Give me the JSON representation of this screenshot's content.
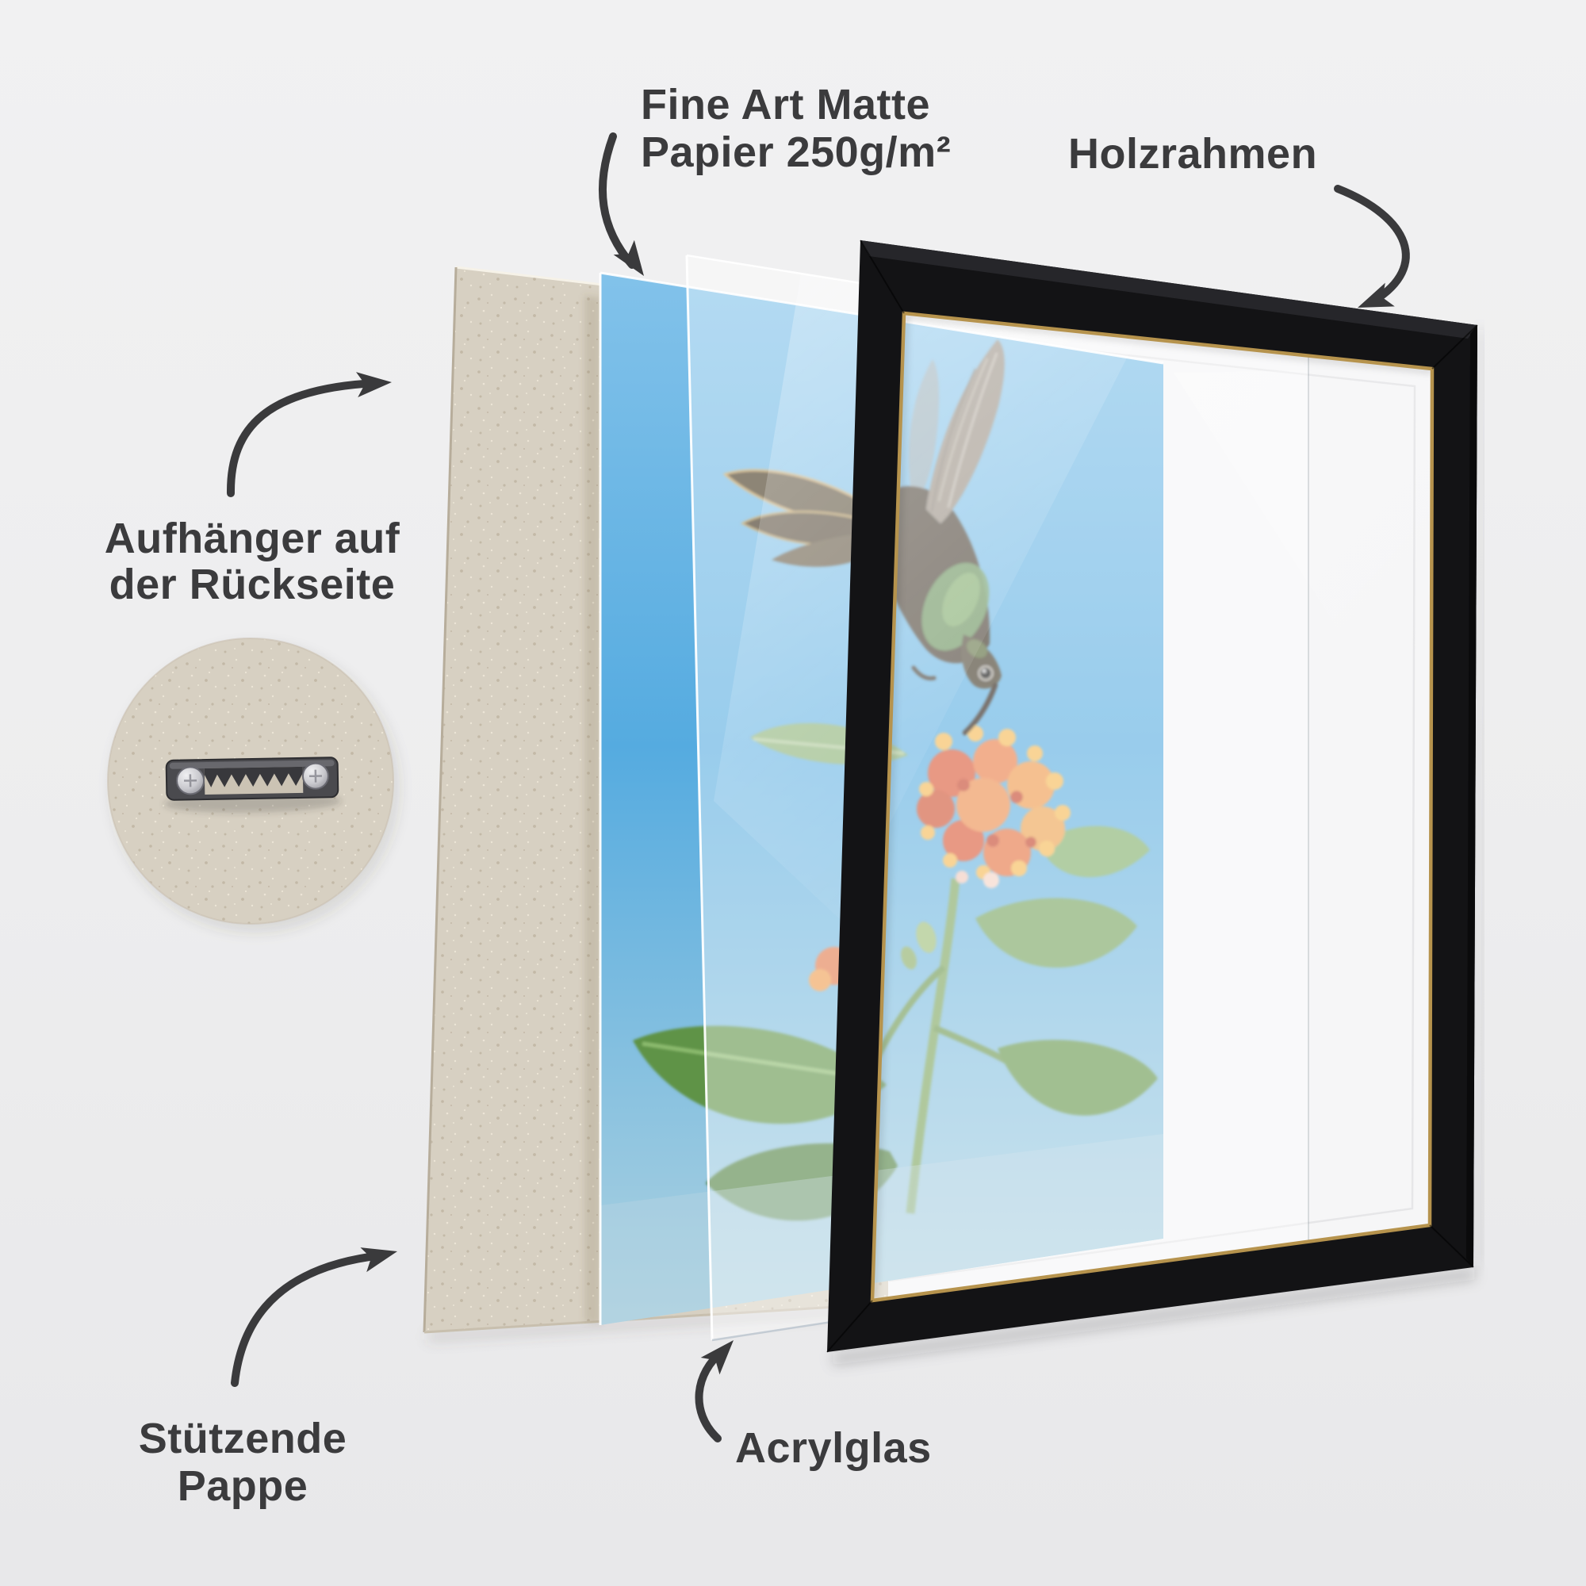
{
  "product_diagram": {
    "labels": {
      "paper": {
        "line1": "Fine Art Matte",
        "line2": "Papier 250g/m²"
      },
      "frame": {
        "text": "Holzrahmen"
      },
      "hanger": {
        "line1": "Aufhänger auf",
        "line2": "der Rückseite"
      },
      "cardboard": {
        "line1": "Stützende",
        "line2": "Pappe"
      },
      "acrylic": {
        "text": "Acrylglas"
      }
    },
    "components": [
      "Stützende Pappe",
      "Aufhänger auf der Rückseite",
      "Fine Art Matte Papier 250g/m²",
      "Acrylglas",
      "Holzrahmen"
    ],
    "icons": [
      "curved-arrow-paper-icon",
      "curved-arrow-frame-icon",
      "curved-arrow-hanger-icon",
      "curved-arrow-cardboard-icon",
      "curved-arrow-acrylic-icon",
      "sawtooth-hanger-icon"
    ],
    "colors": {
      "background": "#efeff0",
      "label_text": "#3b3b3d",
      "arrow": "#3a3a3c",
      "frame_black": "#131315",
      "frame_top_face": "#26262a",
      "frame_gold_lip": "#b6934d",
      "frame_backing": "#f6f6f7",
      "cardboard": "#d7d0c2",
      "cardboard_speck_dark": "#c3b9a7",
      "cardboard_speck_light": "#ece5d6",
      "sky_top": "#82c2ea",
      "sky_mid": "#55abe0",
      "sky_bottom": "#aed2e0",
      "leaf_green": "#5f9347",
      "flower_orange": "#ec8a4a",
      "flower_red": "#d95531",
      "bird_dark": "#362b1a",
      "bird_green": "#5d8f4e",
      "metal": "#4a4a4e"
    }
  }
}
